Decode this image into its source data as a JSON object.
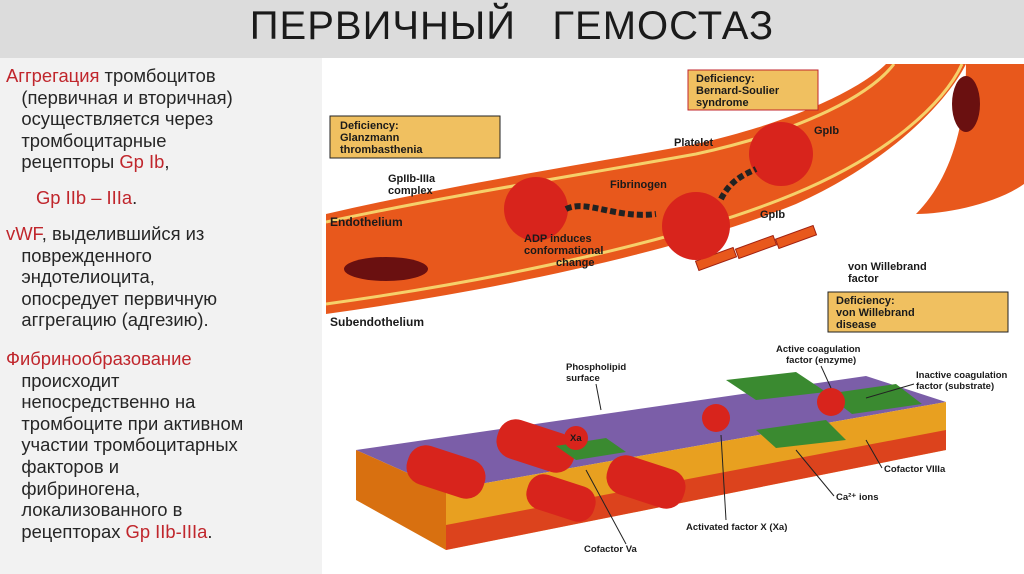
{
  "slide": {
    "title": "ПЕРВИЧНЫЙ   ГЕМОСТАЗ",
    "left_text": {
      "p1_hl": "Аггрегация",
      "p1_rest_1": " тромбоцитов",
      "p1_line2": "(первичная и вторичная)",
      "p1_line3": "осуществляется через",
      "p1_line4": "тромбоцитарные",
      "p1_line5a": "рецепторы ",
      "p1_line5b": "Gp Ib",
      "p1_line5c": ",",
      "p2_hl": "Gp IIb – IIIa",
      "p2_rest": ".",
      "p3_hl": "vWF",
      "p3_rest": ", выделившийся из",
      "p3_line2": "поврежденного",
      "p3_line3": "эндотелиоцита,",
      "p3_line4": "опосредует первичную",
      "p3_line5": "аггрегацию (адгезию).",
      "p4_hl": "Фибринообразование",
      "p4_line2": "происходит",
      "p4_line3": "непосредственно на",
      "p4_line4": "тромбоците при активном",
      "p4_line5": "участии тромбоцитарных",
      "p4_line6": "факторов и",
      "p4_line7": "фибриногена,",
      "p4_line8": "локализованного в",
      "p4_line9a": "рецепторах ",
      "p4_line9b": "Gp IIb-IIIa",
      "p4_line9c": "."
    }
  },
  "diagram_top": {
    "box_glanzmann_1": "Deficiency:",
    "box_glanzmann_2": "Glanzmann",
    "box_glanzmann_3": "thrombasthenia",
    "box_bernard_1": "Deficiency:",
    "box_bernard_2": "Bernard-Soulier",
    "box_bernard_3": "syndrome",
    "box_vwd_1": "Deficiency:",
    "box_vwd_2": "von Willebrand",
    "box_vwd_3": "disease",
    "platelet": "Platelet",
    "gpib_top": "GpIb",
    "gpib_mid": "GpIb",
    "gpiib_1": "GpIIb-IIIa",
    "gpiib_2": "complex",
    "fibrinogen": "Fibrinogen",
    "adp_1": "ADP induces",
    "adp_2": "conformational",
    "adp_3": "change",
    "endothelium": "Endothelium",
    "subendothelium": "Subendothelium",
    "vwf_1": "von Willebrand",
    "vwf_2": "factor"
  },
  "diagram_bottom": {
    "phospholipid_1": "Phospholipid",
    "phospholipid_2": "surface",
    "active_1": "Active coagulation",
    "active_2": "factor (enzyme)",
    "inactive_1": "Inactive coagulation",
    "inactive_2": "factor (substrate)",
    "cofactor8": "Cofactor VIIIa",
    "ca_ions": "Ca²⁺ ions",
    "activated_x": "Activated factor X (Xa)",
    "cofactor5": "Cofactor Va",
    "xa_label": "Xa"
  },
  "colors": {
    "title_bar": "#dcdcdc",
    "left_panel": "#f2f2f2",
    "highlight": "#c0262c",
    "vessel": "#e8581c",
    "platelet": "#d8241c",
    "label_box": "#f0c060",
    "membrane": "#7b5ea8",
    "membrane_base": "#e8a020"
  }
}
